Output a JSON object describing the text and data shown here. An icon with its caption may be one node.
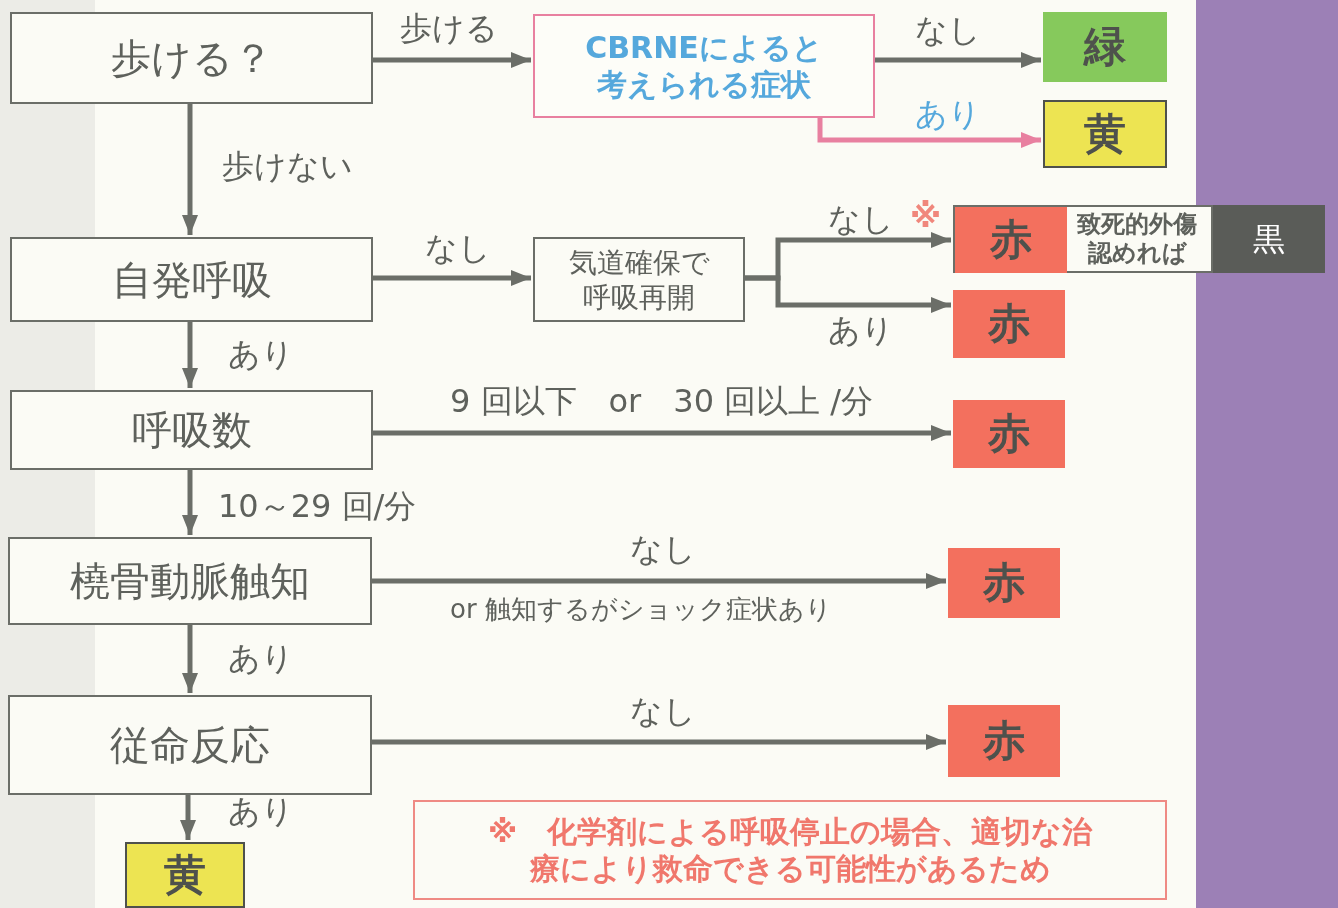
{
  "diagram": {
    "nodes": [
      {
        "text": [
          "歩ける？"
        ]
      },
      {
        "text": [
          "CBRNEによると考えられる症状"
        ]
      },
      {
        "text": [
          "緑"
        ]
      },
      {
        "text": [
          "黄"
        ]
      },
      {
        "text": [
          "自発呼吸"
        ]
      },
      {
        "text": [
          "気道確保で呼吸再開"
        ]
      },
      {
        "text": [
          "致死的外傷認めれば"
        ]
      },
      {
        "text": [
          "赤"
        ],
        "in": 6,
        "beside": [
          "※"
        ]
      },
      {
        "text": [
          "黒"
        ]
      },
      {
        "text": [
          "赤"
        ]
      },
      {
        "text": [
          "呼吸数"
        ]
      },
      {
        "text": [
          "赤"
        ]
      },
      {
        "text": [
          "橈骨動脈触知"
        ]
      },
      {
        "text": [
          "赤"
        ]
      },
      {
        "text": [
          "従命反応"
        ]
      },
      {
        "text": [
          "赤"
        ]
      },
      {
        "text": [
          "黄"
        ]
      },
      {
        "text": [
          "※　化学剤による呼吸停止の場合、適切な治療により救命できる可能性があるため"
        ]
      }
    ],
    "edges": [
      {
        "from": 0,
        "to": 1,
        "arrow": "to",
        "label": "歩ける"
      },
      {
        "from": 1,
        "to": 2,
        "arrow": "to",
        "label": "なし"
      },
      {
        "from": 1,
        "to": 3,
        "arrow": "to",
        "label": "あり",
        "color": "#e880a0"
      },
      {
        "from": 0,
        "to": 4,
        "arrow": "to",
        "label": "歩けない"
      },
      {
        "from": 4,
        "to": 5,
        "arrow": "to",
        "label": "なし"
      },
      {
        "from": 5,
        "to": 7,
        "arrow": "to",
        "label": "なし"
      },
      {
        "from": 5,
        "to": 9,
        "arrow": "to",
        "label": "あり"
      },
      {
        "from": 4,
        "to": 10,
        "arrow": "to",
        "label": "あり"
      },
      {
        "from": 10,
        "to": 11,
        "arrow": "to",
        "label": "9 回以下　or　30 回以上 /分"
      },
      {
        "from": 10,
        "to": 12,
        "arrow": "to",
        "label": "10～29 回/分"
      },
      {
        "from": 12,
        "to": 13,
        "arrow": "to",
        "label": "なし"
      },
      {
        "from": 12,
        "to": 14,
        "arrow": "to",
        "label": "あり"
      },
      {
        "from": 14,
        "to": 15,
        "arrow": "to",
        "label": "なし"
      },
      {
        "from": 14,
        "to": 16,
        "arrow": "to",
        "label": "あり"
      }
    ],
    "labels": [
      "or 触知するがショック症状あり"
    ]
  }
}
